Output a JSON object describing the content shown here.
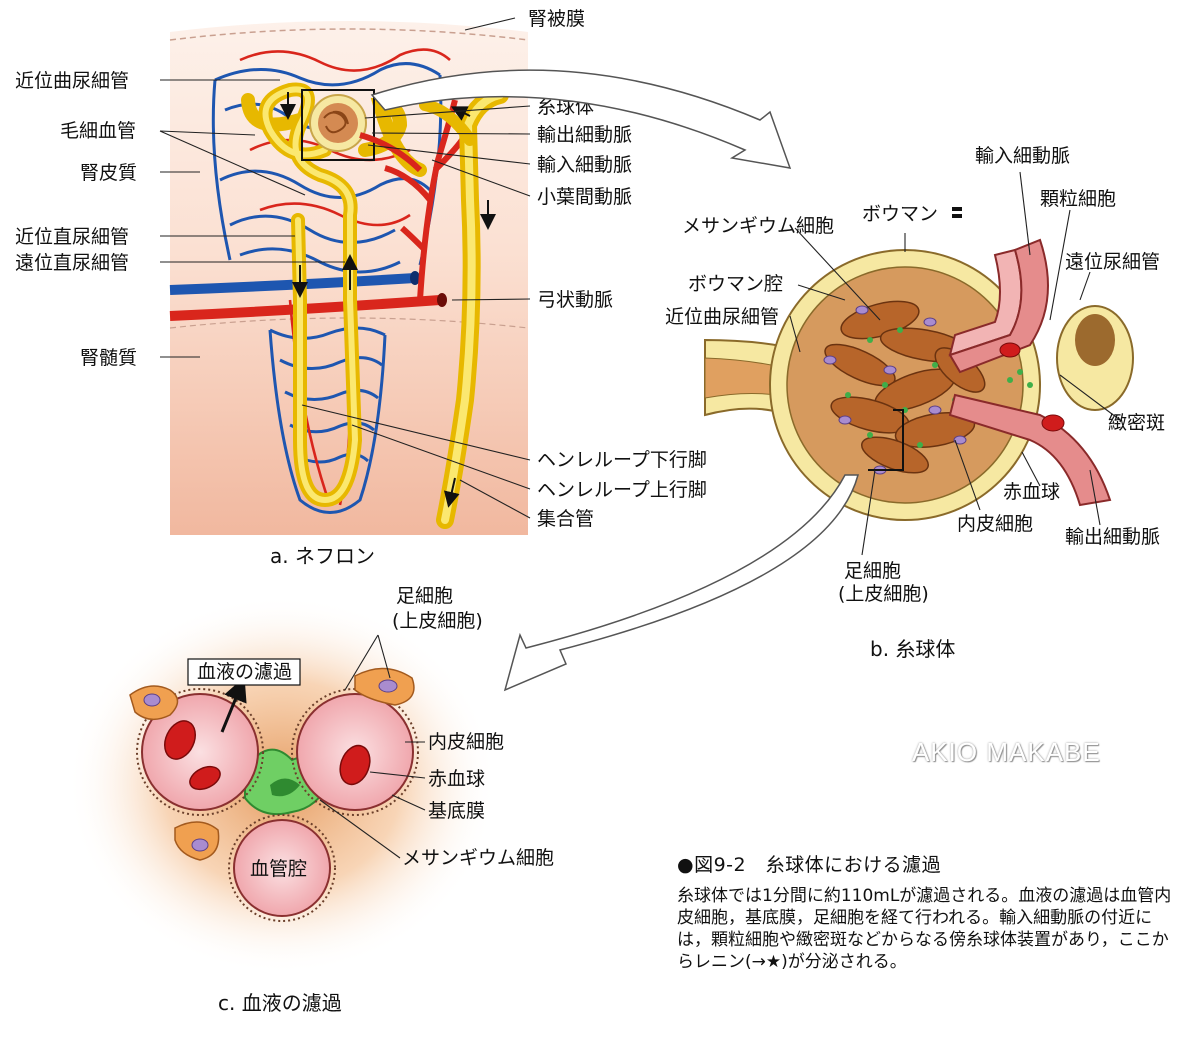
{
  "panel_a": {
    "caption": "a. ネフロン",
    "labels": {
      "renal_capsule": "腎被膜",
      "proximal_convoluted": "近位曲尿細管",
      "capillary": "毛細血管",
      "cortex": "腎皮質",
      "proximal_straight": "近位直尿細管",
      "distal_straight": "遠位直尿細管",
      "medulla": "腎髄質",
      "glomerulus": "糸球体",
      "efferent": "輸出細動脈",
      "afferent": "輸入細動脈",
      "interlobular": "小葉間動脈",
      "arcuate": "弓状動脈",
      "henle_desc": "ヘンレループ下行脚",
      "henle_asc": "ヘンレループ上行脚",
      "collecting": "集合管"
    }
  },
  "panel_b": {
    "caption": "b. 糸球体",
    "labels": {
      "afferent": "輸入細動脈",
      "granular": "顆粒細胞",
      "distal": "遠位尿細管",
      "bowman_capsule": "ボウマン",
      "mesangial": "メサンギウム細胞",
      "bowman_space": "ボウマン腔",
      "proximal": "近位曲尿細管",
      "macula_densa": "緻密斑",
      "rbc": "赤血球",
      "endothelial": "内皮細胞",
      "efferent": "輸出細動脈",
      "podocyte_1": "足細胞",
      "podocyte_2": "(上皮細胞)"
    }
  },
  "panel_c": {
    "caption": "c. 血液の濾過",
    "labels": {
      "podocyte_1": "足細胞",
      "podocyte_2": "(上皮細胞)",
      "filtration": "血液の濾過",
      "endothelial": "内皮細胞",
      "rbc": "赤血球",
      "basement": "基底膜",
      "mesangial": "メサンギウム細胞",
      "lumen": "血管腔"
    }
  },
  "figure": {
    "title": "●図9-2　糸球体における濾過",
    "body": "糸球体では1分間に約110mLが濾過される。血液の濾過は血管内皮細胞，基底膜，足細胞を経て行われる。輸入細動脈の付近には，顆粒細胞や緻密斑などからなる傍糸球体装置があり，ここからレニン(→★)が分泌される。"
  },
  "watermark": "AKIO MAKABE",
  "colors": {
    "tubule": "#f5d020",
    "artery": "#d9261c",
    "vein": "#1e56b0",
    "cortex_bg": "#fbe3d6",
    "medulla_bg": "#f3c2ad",
    "glomerulus": "#b8652a",
    "bowman": "#f7e49a",
    "mesangial": "#3fae49",
    "podocyte": "#f0a050"
  }
}
